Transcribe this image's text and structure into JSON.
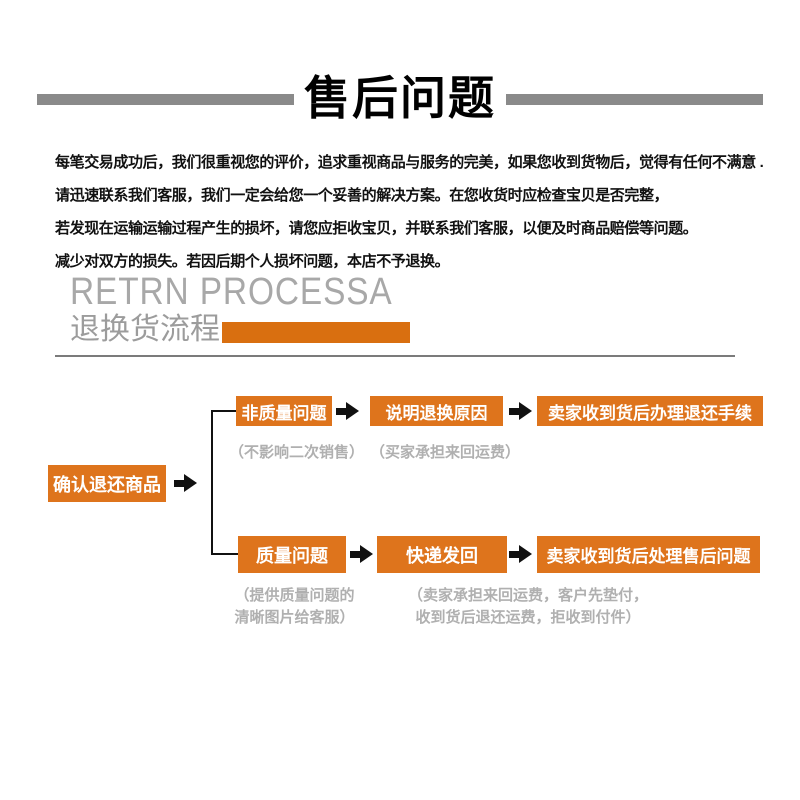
{
  "header": {
    "title": "售后问题"
  },
  "intro": {
    "lines": [
      "每笔交易成功后，我们很重视您的评价，追求重视商品与服务的完美，如果您收到货物后，觉得有任何不满意 .",
      "请迅速联系我们客服，我们一定会给您一个妥善的解决方案。在您收货时应检查宝贝是否完整，",
      "若发现在运输运输过程产生的损坏，请您应拒收宝贝，并联系我们客服，以便及时商品赔偿等问题。",
      "减少对双方的损失。若因后期个人损坏问题，本店不予退换。"
    ]
  },
  "section": {
    "title_en": "RETRN PROCESSA",
    "title_zh": "退换货流程"
  },
  "flow": {
    "start": {
      "label": "确认退还商品"
    },
    "row1": {
      "box1": "非质量问题",
      "box2": "说明退换原因",
      "box3": "卖家收到货后办理退还手续",
      "note_a": "（不影响二次销售）",
      "note_b": "（买家承担来回运费）"
    },
    "row2": {
      "box1": "质量问题",
      "box2": "快递发回",
      "box3": "卖家收到货后处理售后问题",
      "note1_line1": "（提供质量问题的",
      "note1_line2": "清晰图片给客服）",
      "note2_line1": "（卖家承担来回运费，客户先垫付，",
      "note2_line2": "收到货后退还运费，拒收到付件）"
    }
  },
  "colors": {
    "accent_orange": "#DE741C",
    "accent_bar_orange": "#D96F10",
    "header_bar_gray": "#8A8A8A",
    "rule_gray": "#7B7B7B",
    "note_gray": "#B0B0B0",
    "connector_black": "#111111"
  }
}
